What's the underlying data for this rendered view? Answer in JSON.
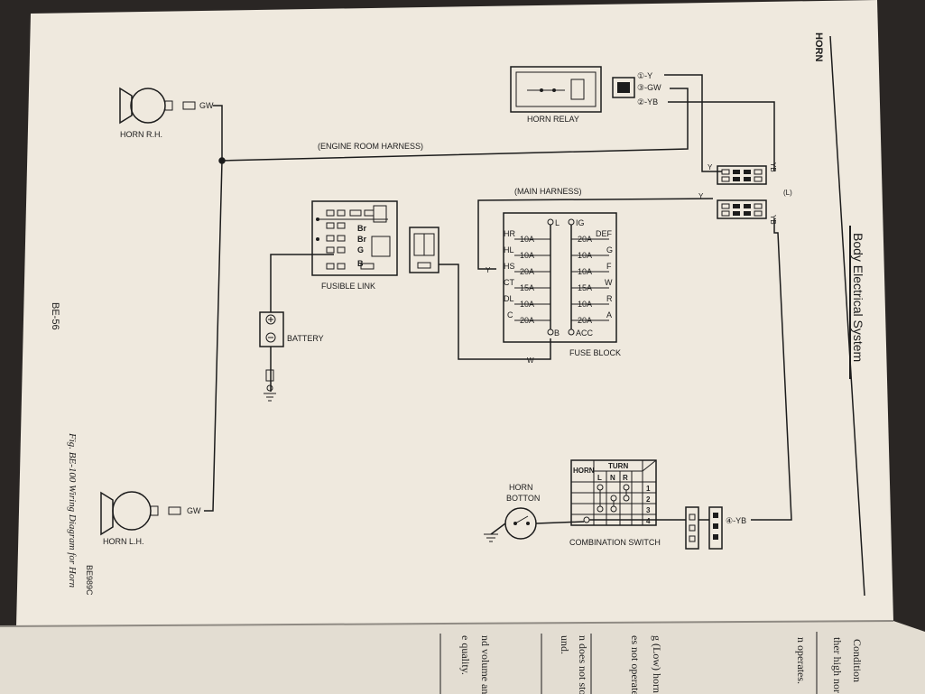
{
  "page": {
    "section_header": "HORN",
    "side_title": "Body Electrical System",
    "page_number": "BE-56",
    "figure_code": "BE989C",
    "figure_caption": "Fig. BE-100 Wiring Diagram for Horn"
  },
  "components": {
    "horn_rh": "HORN R.H.",
    "horn_lh": "HORN L.H.",
    "horn_relay": "HORN RELAY",
    "fusible_link": "FUSIBLE LINK",
    "battery": "BATTERY",
    "fuse_block": "FUSE BLOCK",
    "horn_button_line1": "HORN",
    "horn_button_line2": "BOTTON",
    "combination_switch": "COMBINATION SWITCH"
  },
  "harness": {
    "engine_room": "(ENGINE ROOM HARNESS)",
    "main": "(MAIN HARNESS)"
  },
  "wires": {
    "gw": "GW",
    "y": "Y",
    "yb": "YB",
    "w": "W",
    "l": "(L)",
    "relay_pin1": "①-Y",
    "relay_pin3": "③-GW",
    "relay_pin2": "②-YB",
    "comb_pin4": "④-YB"
  },
  "fusible_link_colors": [
    "Br",
    "Br",
    "G",
    "B"
  ],
  "fuse_block": {
    "left_labels": [
      "HR",
      "HL",
      "HS",
      "CT",
      "DL",
      "C"
    ],
    "left_ratings": [
      "10A",
      "10A",
      "20A",
      "15A",
      "10A",
      "20A"
    ],
    "right_labels": [
      "DEF",
      "G",
      "F",
      "W",
      "R",
      "A"
    ],
    "right_ratings": [
      "20A",
      "10A",
      "10A",
      "15A",
      "10A",
      "20A"
    ],
    "top_left": "L",
    "top_right": "IG",
    "bottom_left": "B",
    "bottom_right": "ACC"
  },
  "combination_switch_table": {
    "horn": "HORN",
    "turn": "TURN",
    "l": "L",
    "n": "N",
    "r": "R",
    "rows": [
      "1",
      "2",
      "3",
      "4"
    ]
  },
  "next_page_fragments": [
    "Condition",
    "ther high nor lo",
    "n operates.",
    "g (Low) horn",
    "es not operate.",
    "n does not stop",
    "und.",
    "nd volume an",
    "e quality."
  ],
  "colors": {
    "paper": "#efe9de",
    "ink": "#1c1c1c",
    "background": "#2a2624"
  }
}
